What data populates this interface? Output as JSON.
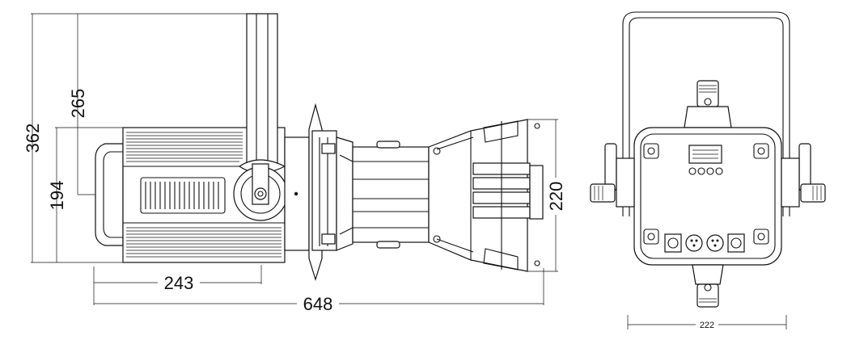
{
  "dimensions": {
    "height_total": "362",
    "height_yoke_to_axis": "265",
    "height_body": "194",
    "width_body": "243",
    "length_total": "648",
    "front_height": "220",
    "rear_width": "222"
  },
  "colors": {
    "line": "#111111",
    "background": "#ffffff"
  }
}
